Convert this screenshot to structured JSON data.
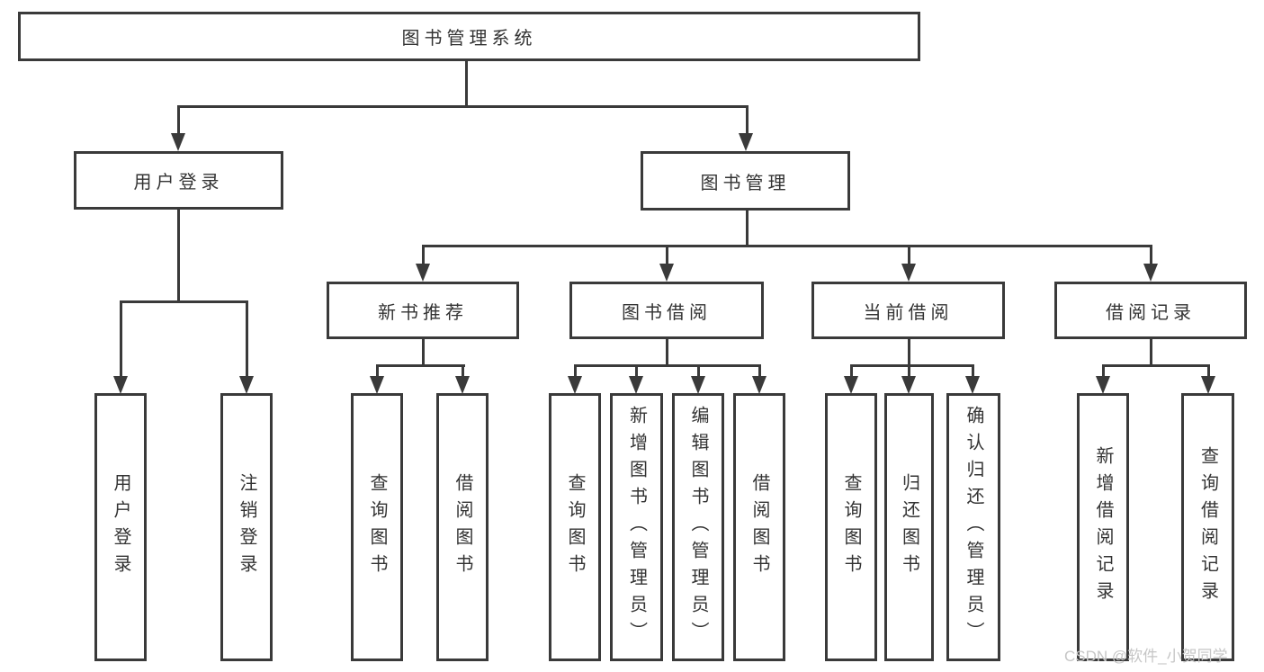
{
  "tree": {
    "root": "图书管理系统",
    "children": [
      {
        "label": "用户登录",
        "children": [
          "用户登录",
          "注销登录"
        ]
      },
      {
        "label": "图书管理",
        "children": [
          {
            "label": "新书推荐",
            "children": [
              "查询图书",
              "借阅图书"
            ]
          },
          {
            "label": "图书借阅",
            "children": [
              "查询图书",
              "新增图书（管理员）",
              "编辑图书（管理员）",
              "借阅图书"
            ]
          },
          {
            "label": "当前借阅",
            "children": [
              "查询图书",
              "归还图书",
              "确认归还（管理员）"
            ]
          },
          {
            "label": "借阅记录",
            "children": [
              "新增借阅记录",
              "查询借阅记录"
            ]
          }
        ]
      }
    ]
  },
  "watermark": {
    "text": "CSDN @软件_小贺同学"
  },
  "colors": {
    "line": "#3a3a3a",
    "text": "#333333",
    "watermark": "#c6c6c6",
    "background": "#ffffff"
  }
}
